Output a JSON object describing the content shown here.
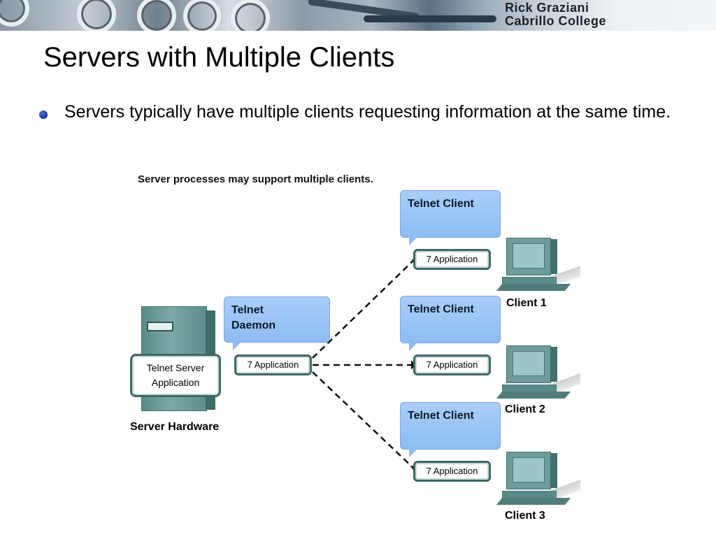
{
  "banner": {
    "author_line1": "Rick Graziani",
    "author_line2": "Cabrillo College"
  },
  "slide": {
    "title": "Servers with Multiple Clients",
    "bullet": "Servers typically have multiple clients requesting information at the same time."
  },
  "figure": {
    "caption": "Server processes may support multiple clients.",
    "server": {
      "bubble": "Telnet Daemon",
      "app_box": "7 Application",
      "application": "Telnet Server Application",
      "label": "Server Hardware"
    },
    "clients": [
      {
        "bubble": "Telnet Client",
        "app_box": "7 Application",
        "label": "Client 1"
      },
      {
        "bubble": "Telnet Client",
        "app_box": "7 Application",
        "label": "Client 2"
      },
      {
        "bubble": "Telnet Client",
        "app_box": "7 Application",
        "label": "Client 3"
      }
    ]
  },
  "colors": {
    "bullet": "#1c3aa8",
    "bubble_fill": "#a9cef8",
    "device_teal": "#6d9c9a",
    "box_border": "#3e6a66"
  }
}
